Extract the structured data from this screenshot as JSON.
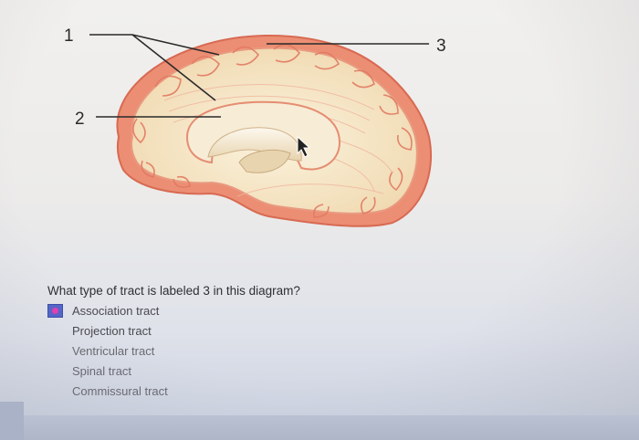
{
  "diagram": {
    "labels": [
      "1",
      "2",
      "3"
    ]
  },
  "question": {
    "text": "What type of tract is labeled 3 in this diagram?"
  },
  "options": [
    {
      "label": "Association tract",
      "selected": true
    },
    {
      "label": "Projection tract",
      "selected": false
    },
    {
      "label": "Ventricular tract",
      "selected": false
    },
    {
      "label": "Spinal tract",
      "selected": false
    },
    {
      "label": "Commissural tract",
      "selected": false
    }
  ],
  "colors": {
    "cortex": "#e8826a",
    "white_matter": "#f4e6c4",
    "radio_selected": "#5566c8"
  }
}
